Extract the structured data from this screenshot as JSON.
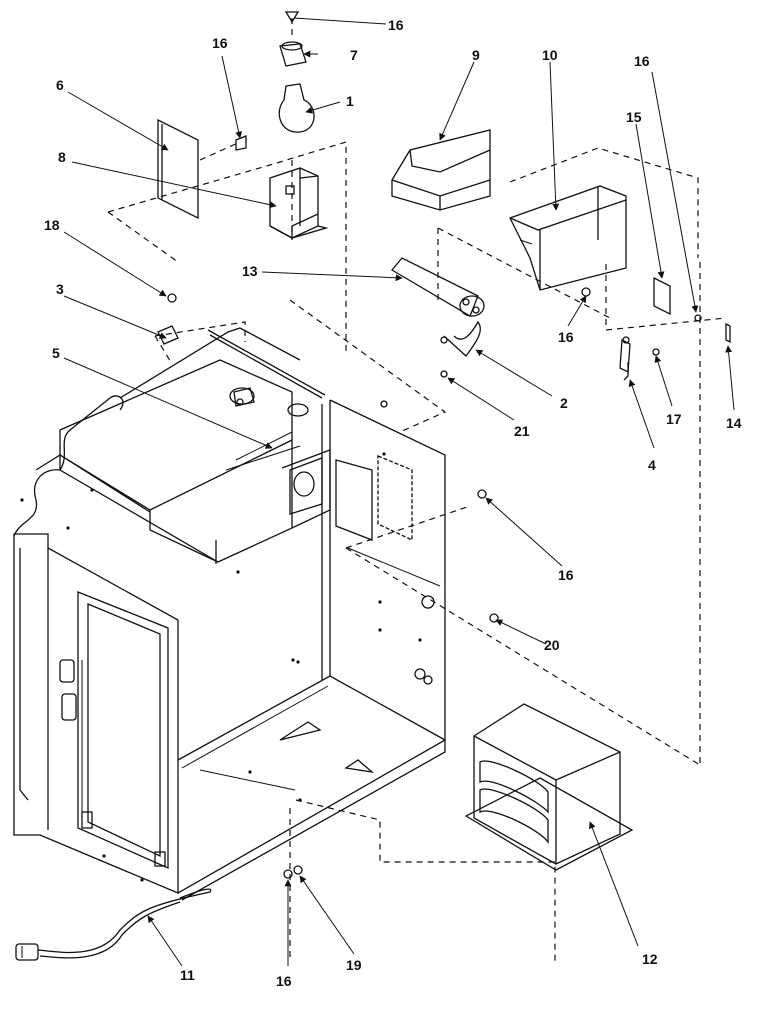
{
  "callouts": {
    "c1": "1",
    "c2": "2",
    "c3": "3",
    "c4": "4",
    "c5": "5",
    "c6": "6",
    "c7": "7",
    "c8": "8",
    "c9": "9",
    "c10": "10",
    "c11": "11",
    "c12": "12",
    "c13": "13",
    "c14": "14",
    "c15": "15",
    "c17": "17",
    "c18": "18",
    "c19": "19",
    "c20": "20",
    "c21": "21",
    "c16": "16"
  }
}
